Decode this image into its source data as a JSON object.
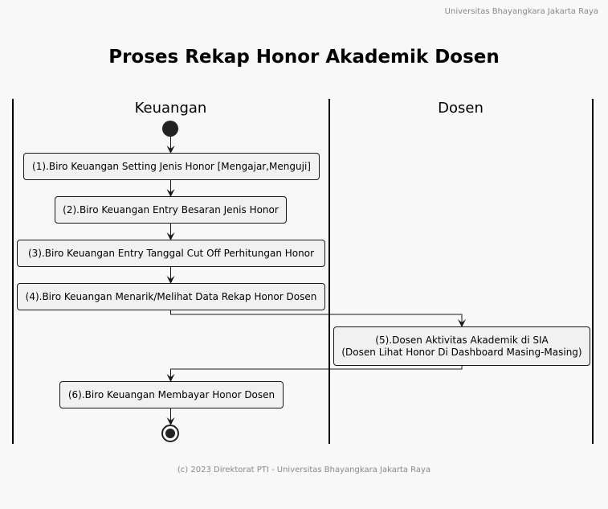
{
  "header": {
    "text": "Universitas Bhayangkara Jakarta Raya"
  },
  "title": "Proses Rekap Honor Akademik Dosen",
  "lanes": [
    {
      "name": "Keuangan"
    },
    {
      "name": "Dosen"
    }
  ],
  "actions": [
    {
      "id": "a1",
      "lane": "Keuangan",
      "lines": [
        "(1).Biro Keuangan Setting Jenis Honor [Mengajar,Menguji]"
      ]
    },
    {
      "id": "a2",
      "lane": "Keuangan",
      "lines": [
        "(2).Biro Keuangan Entry Besaran Jenis Honor"
      ]
    },
    {
      "id": "a3",
      "lane": "Keuangan",
      "lines": [
        "(3).Biro Keuangan  Entry Tanggal Cut Off Perhitungan Honor"
      ]
    },
    {
      "id": "a4",
      "lane": "Keuangan",
      "lines": [
        "(4).Biro Keuangan Menarik/Melihat Data Rekap Honor Dosen"
      ]
    },
    {
      "id": "a5",
      "lane": "Dosen",
      "lines": [
        "(5).Dosen Aktivitas Akademik di SIA",
        "(Dosen Lihat Honor Di Dashboard Masing-Masing)"
      ]
    },
    {
      "id": "a6",
      "lane": "Keuangan",
      "lines": [
        "(6).Biro Keuangan Membayar Honor Dosen"
      ]
    }
  ],
  "footer": {
    "text": "(c) 2023 Direktorat PTI - Universitas Bhayangkara Jakarta Raya"
  },
  "colors": {
    "background": "#f8f8f8",
    "action_fill": "#f1f1f1",
    "border": "#181818",
    "node": "#222222",
    "muted_text": "#888888"
  }
}
